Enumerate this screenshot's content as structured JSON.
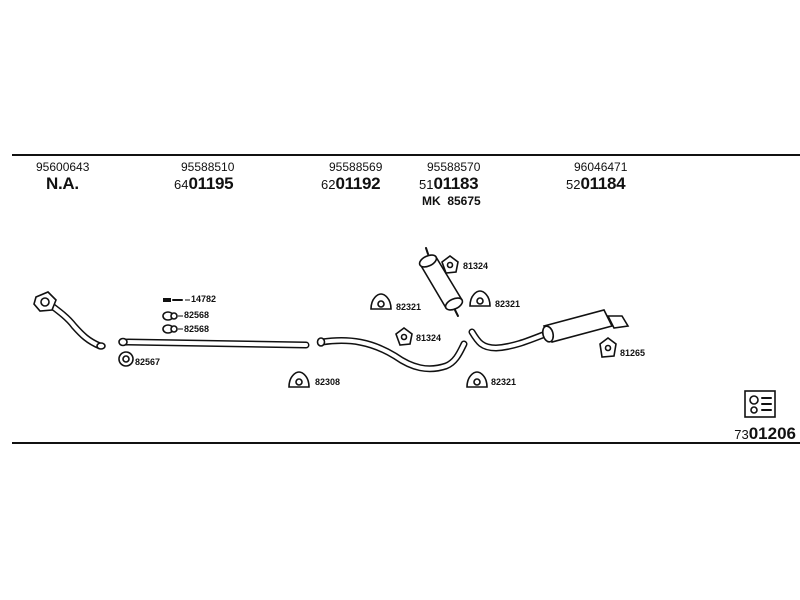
{
  "columns": [
    {
      "oem": "95600643",
      "code_prefix": "",
      "code_main": "N.A."
    },
    {
      "oem": "95588510",
      "code_prefix": "64",
      "code_main": "01195"
    },
    {
      "oem": "95588569",
      "code_prefix": "62",
      "code_main": "01192"
    },
    {
      "oem": "95588570",
      "code_prefix": "51",
      "code_main": "01183",
      "kit": "MK  85675"
    },
    {
      "oem": "96046471",
      "code_prefix": "52",
      "code_main": "01184"
    }
  ],
  "labels": {
    "a81324": "81324",
    "b82321": "82321",
    "c82321": "82321",
    "d81324": "81324",
    "e81265": "81265",
    "f82321": "82321",
    "g82308": "82308",
    "h14782": "14782",
    "i82568": "82568",
    "j82568": "82568",
    "k82567": "82567"
  },
  "footer": {
    "prefix": "73",
    "main": "01206"
  },
  "icons": [
    "clamp-icon",
    "gasket-icon",
    "hanger-icon",
    "bolt-icon",
    "kit-box-icon"
  ]
}
